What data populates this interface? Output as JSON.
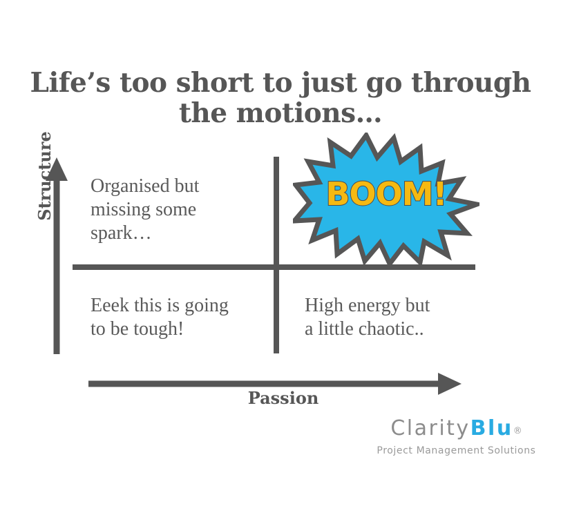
{
  "page": {
    "background": "#ffffff",
    "ink": "#565656"
  },
  "title": {
    "text": "Life’s too short to just go through\nthe motions…"
  },
  "matrix": {
    "y_axis_label": "Structure",
    "x_axis_label": "Passion",
    "axis_color": "#565656",
    "quadrants": [
      {
        "position": "top-left",
        "text": "Organised but\nmissing some\nspark…"
      },
      {
        "position": "top-right",
        "text": "BOOM!",
        "style": "starburst",
        "burst_fill": "#29B6E8",
        "burst_stroke": "#565656",
        "text_fill": "#F5B912",
        "text_stroke": "#4d4d4d"
      },
      {
        "position": "bottom-left",
        "text": "Eeek this is going\nto be tough!"
      },
      {
        "position": "bottom-right",
        "text": "High energy but\na little chaotic.."
      }
    ]
  },
  "logo": {
    "name_part1": "Clarity",
    "name_part2": "Blu",
    "registered_mark": "®",
    "tagline": "Project Management Solutions",
    "color_gray": "#8c8c8c",
    "color_blue": "#29ABE2"
  }
}
